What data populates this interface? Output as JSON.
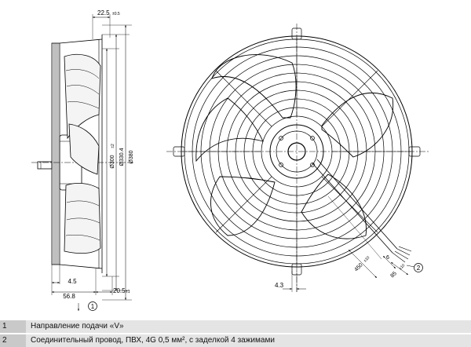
{
  "side_view": {
    "dim_top": "22.5",
    "dim_top_sub": "±0.5",
    "dim_d1": "Ø300",
    "dim_d1_sub": "±2",
    "dim_d2": "Ø330.4",
    "dim_d3": "Ø380",
    "dim_bottom_inner": "4.5",
    "dim_bottom_left": "56.8",
    "dim_bottom_right": "20.5",
    "dim_bottom_right_sub": "±1",
    "callout": "1"
  },
  "front_view": {
    "dim_bottom": "4.3",
    "cable_length": "450",
    "cable_length_sub": "±10",
    "dim_strip": "6",
    "dim_core": "85",
    "dim_core_sub": "±10",
    "callout": "2"
  },
  "legend": [
    {
      "num": "1",
      "text": "Направление подачи «V»"
    },
    {
      "num": "2",
      "text": "Соединительный провод, ПВХ, 4G 0,5 мм², с заделкой 4 зажимами"
    }
  ]
}
